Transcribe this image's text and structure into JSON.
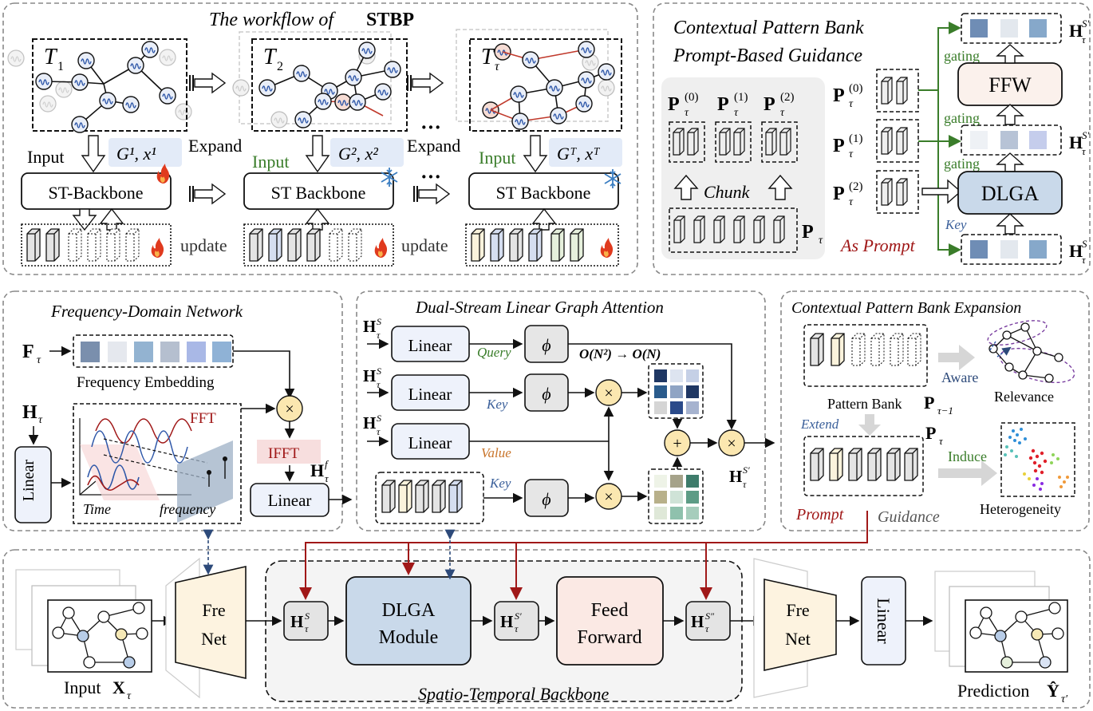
{
  "panels": {
    "workflow": {
      "title": "The workflow of",
      "title_bold": "STBP",
      "t1": "T",
      "t1_sub": "1",
      "t2": "T",
      "t2_sub": "2",
      "ttau": "T",
      "ttau_sub": "τ",
      "expand": "Expand",
      "input": "Input",
      "g1": "G¹, x¹",
      "g2": "G², x²",
      "gtau": "Gᵀ, xᵀ",
      "st_backbone_1": "ST-Backbone",
      "st_backbone_2": "ST Backbone",
      "st_backbone_3": "ST Backbone",
      "update": "update",
      "ellipsis": "···"
    },
    "cpb": {
      "title_line1": "Contextual Pattern Bank",
      "title_line2": "Prompt-Based Guidance",
      "p0": "P",
      "p1": "P",
      "p2": "P",
      "chunk": "Chunk",
      "ptau": "P",
      "as_prompt": "As Prompt",
      "gating": "gating",
      "ffw": "FFW",
      "dlga": "DLGA",
      "key": "Key",
      "h": "H"
    },
    "fdn": {
      "title": "Frequency-Domain Network",
      "f_tau": "F",
      "freq_embedding": "Frequency Embedding",
      "h_tau": "H",
      "linear_left": "Linear",
      "fft": "FFT",
      "ifft": "IFFT",
      "time": "Time",
      "frequency": "frequency",
      "linear_right": "Linear",
      "h_f": "H"
    },
    "dslga": {
      "title": "Dual-Stream Linear Graph Attention",
      "linear": "Linear",
      "phi": "ϕ",
      "query": "Query",
      "key": "Key",
      "value": "Value",
      "key2": "Key",
      "complexity": "O(N²) → O(N)",
      "times": "×",
      "plus": "+",
      "h": "H"
    },
    "cpbe": {
      "title": "Contextual Pattern Bank Expansion",
      "pattern_bank": "Pattern Bank",
      "aware": "Aware",
      "relevance": "Relevance",
      "extend": "Extend",
      "induce": "Induce",
      "prompt": "Prompt",
      "guidance": "Guidance",
      "heterogeneity": "Heterogeneity"
    },
    "backbone": {
      "input": "Input",
      "fre_net_1_l1": "Fre",
      "fre_net_1_l2": "Net",
      "dlga_l1": "DLGA",
      "dlga_l2": "Module",
      "feed_l1": "Feed",
      "feed_l2": "Forward",
      "fre_net_2_l1": "Fre",
      "fre_net_2_l2": "Net",
      "linear": "Linear",
      "prediction": "Prediction",
      "title": "Spatio-Temporal Backbone"
    }
  },
  "colors": {
    "panel_border": "#888888",
    "node_blue": "#2a4a8a",
    "red": "#b22222",
    "green": "#3a7d2a",
    "dlga_fill": "#c9d9ea",
    "feed_fill": "#fbe9e4",
    "linear_fill": "#eef2fb",
    "phi_fill": "#e6e6e6",
    "op_fill": "#fbe7b0"
  }
}
